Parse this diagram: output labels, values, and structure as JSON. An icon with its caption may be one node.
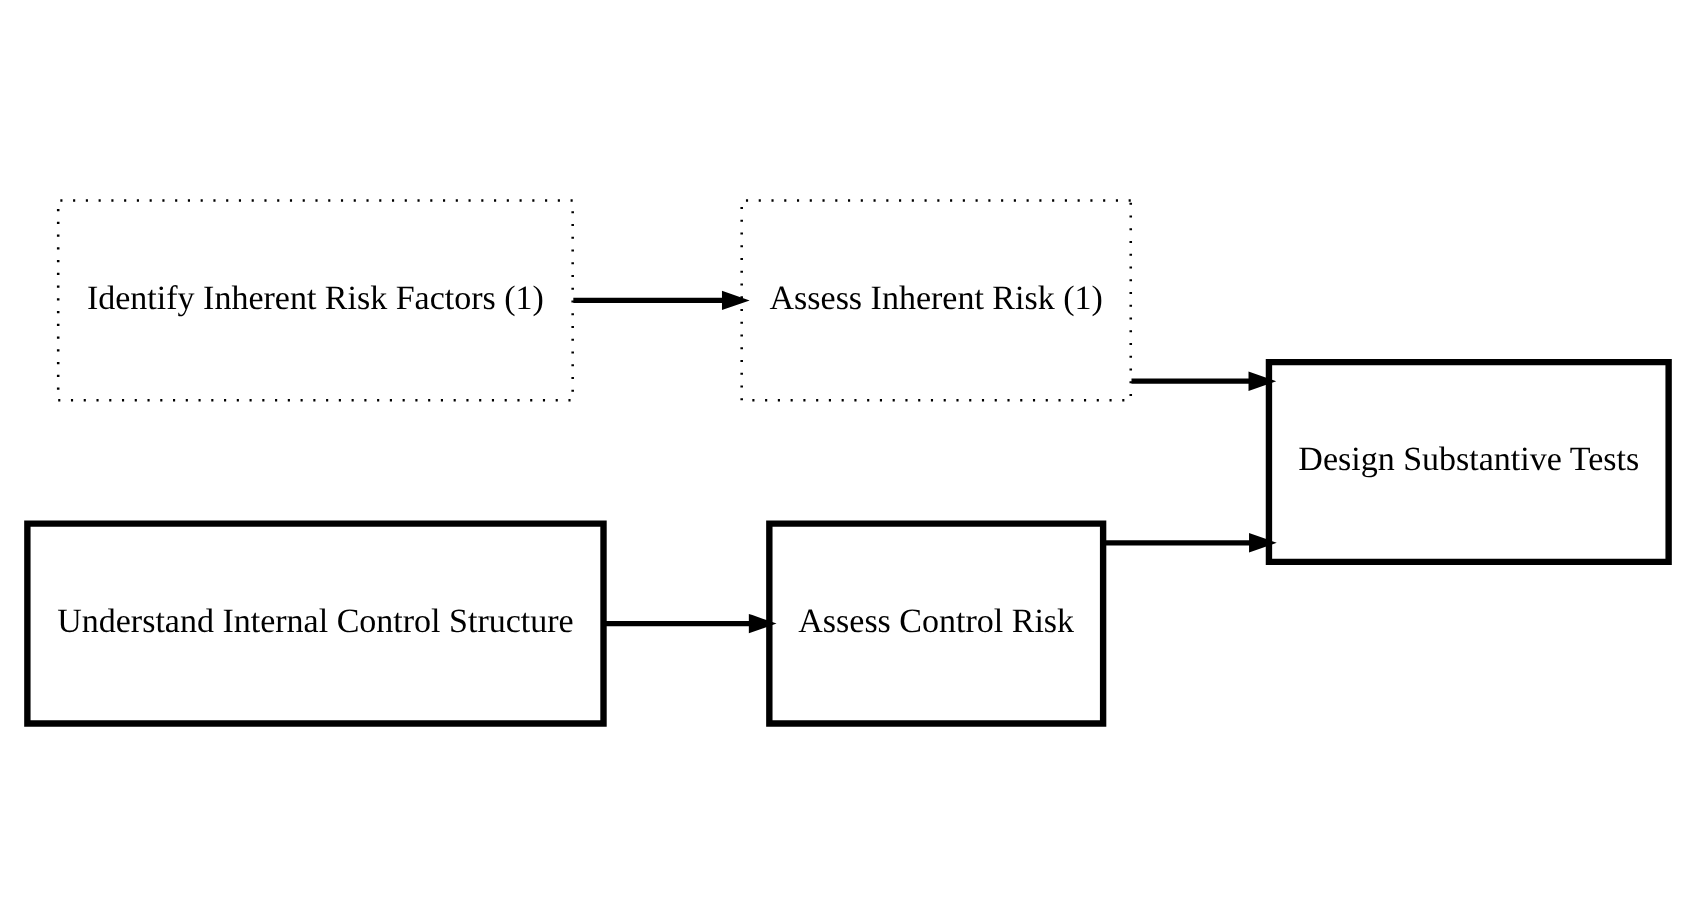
{
  "diagram": {
    "nodes": [
      {
        "text": [
          "Identify Inherent Risk Factors (1)"
        ]
      },
      {
        "text": [
          "Assess Inherent Risk (1)"
        ]
      },
      {
        "text": [
          "Understand Internal Control Structure"
        ]
      },
      {
        "text": [
          "Assess Control Risk"
        ]
      },
      {
        "text": [
          "Design Substantive Tests"
        ]
      }
    ],
    "edges": [
      {
        "from": 0,
        "to": 1,
        "arrow": "to"
      },
      {
        "from": 1,
        "to": 4,
        "arrow": "to"
      },
      {
        "from": 3,
        "to": 4,
        "arrow": "to"
      },
      {
        "from": 2,
        "to": 3,
        "arrow": "to"
      }
    ]
  }
}
